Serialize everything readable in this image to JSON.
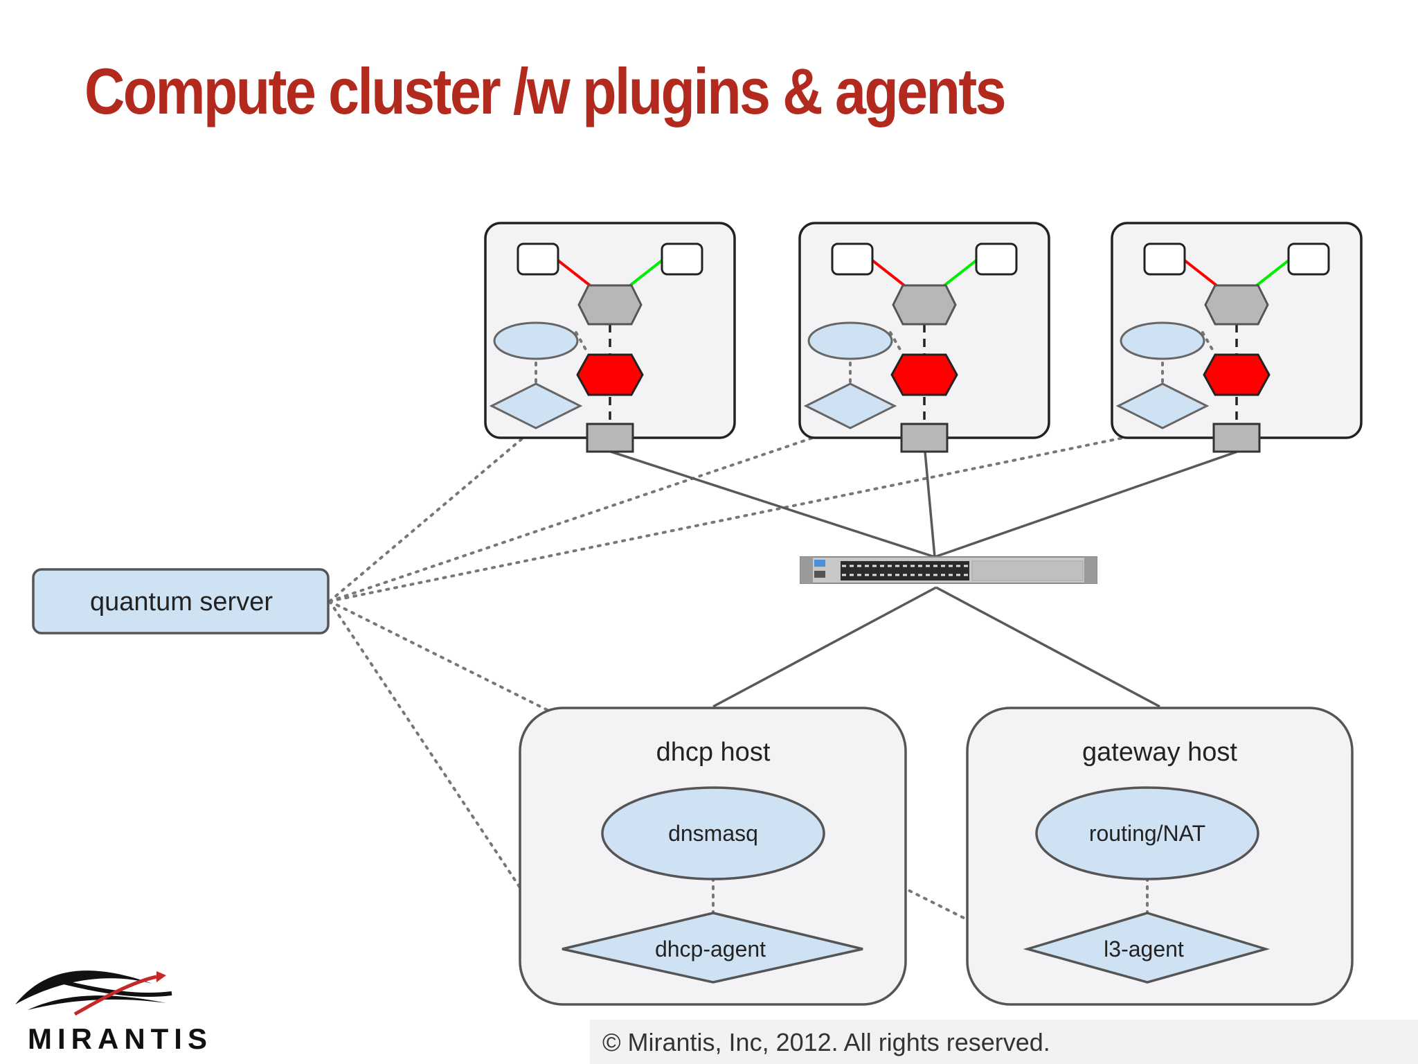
{
  "title": "Compute cluster /w plugins & agents",
  "nodes": {
    "quantum_server": "quantum server",
    "dhcp_host": "dhcp host",
    "dnsmasq": "dnsmasq",
    "dhcp_agent": "dhcp-agent",
    "gateway_host": "gateway host",
    "routing_nat": "routing/NAT",
    "l3_agent": "l3-agent"
  },
  "compute_nodes": [
    {},
    {},
    {}
  ],
  "icons": {
    "switch": "network-switch-icon",
    "vm": "vm-box-icon",
    "bridge": "bridge-hexagon-icon",
    "logo": "mirantis-swoosh-icon"
  },
  "colors": {
    "title": "#b22a1e",
    "host_fill": "#f3f3f5",
    "host_stroke": "#333333",
    "shape_fill": "#cfe2f3",
    "shape_stroke": "#666666",
    "bridge_gray": "#b7b7b7",
    "bridge_red": "#ff0000",
    "link_red": "#ff0000",
    "link_green": "#00ee00",
    "line": "#595959",
    "dotted": "#777777"
  },
  "footer": {
    "copyright": "© Mirantis, Inc, 2012. All rights reserved.",
    "logo_text": "MIRANTIS"
  }
}
